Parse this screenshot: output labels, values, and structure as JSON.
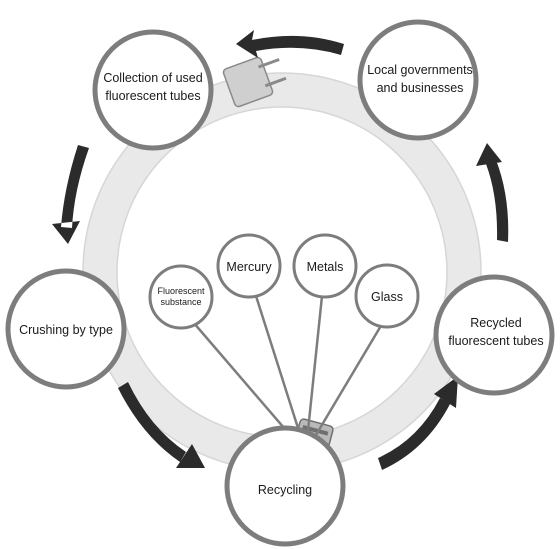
{
  "cycle_nodes": [
    {
      "id": "collection",
      "lines": [
        "Collection of used",
        "fluorescent tubes"
      ]
    },
    {
      "id": "local-governments",
      "lines": [
        "Local governments",
        "and businesses"
      ]
    },
    {
      "id": "recycled-tubes",
      "lines": [
        "Recycled",
        "fluorescent tubes"
      ]
    },
    {
      "id": "recycling",
      "lines": [
        "Recycling"
      ]
    },
    {
      "id": "crushing",
      "lines": [
        "Crushing by type"
      ]
    }
  ],
  "materials": [
    {
      "id": "fluorescent-substance",
      "lines": [
        "Fluorescent",
        "substance"
      ]
    },
    {
      "id": "mercury",
      "lines": [
        "Mercury"
      ]
    },
    {
      "id": "metals",
      "lines": [
        "Metals"
      ]
    },
    {
      "id": "glass",
      "lines": [
        "Glass"
      ]
    }
  ]
}
